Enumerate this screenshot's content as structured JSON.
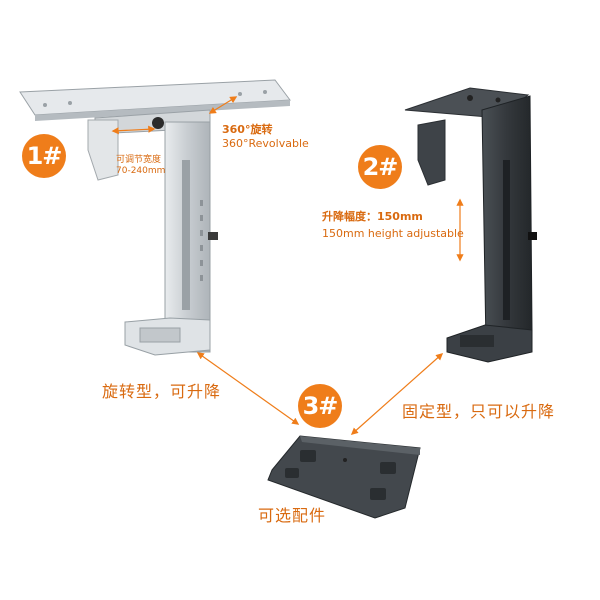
{
  "badges": {
    "b1": "1#",
    "b2": "2#",
    "b3": "3#"
  },
  "labels": {
    "width_adjust_cn": "可调节宽度",
    "width_adjust_range": "70-240mm",
    "revolve_cn": "360°旋转",
    "revolve_en": "360°Revolvable",
    "lift_cn": "升降幅度：150mm",
    "lift_en": "150mm height adjustable",
    "type1_cn": "旋转型，可升降",
    "type2_cn": "固定型，只可以升降",
    "accessory_cn": "可选配件"
  },
  "colors": {
    "accent": "#ef7d1a",
    "silver": "#cfd3d6",
    "dark_metal": "#3a3f44"
  },
  "icons": {
    "arrows": "double-headed-arrow-icon"
  }
}
